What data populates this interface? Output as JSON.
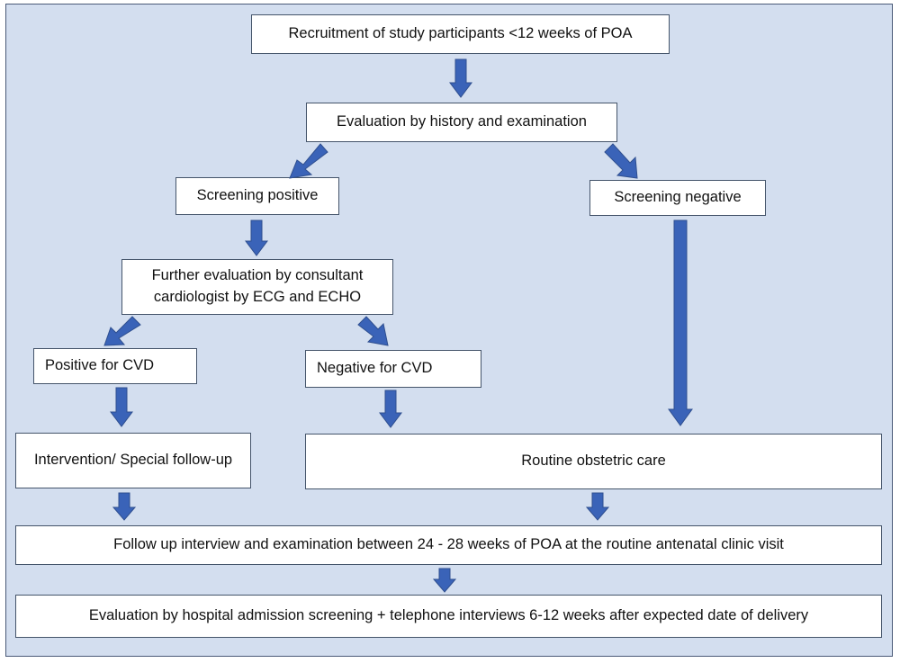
{
  "diagram": {
    "nodes": {
      "recruitment": "Recruitment of study participants <12 weeks of POA",
      "evaluation": "Evaluation by history and examination",
      "screening_positive": "Screening positive",
      "screening_negative": "Screening negative",
      "further_evaluation": "Further evaluation by consultant cardiologist by ECG and ECHO",
      "positive_cvd": "Positive for CVD",
      "negative_cvd": "Negative for CVD",
      "intervention": "Intervention/ Special follow-up",
      "routine_care": "Routine obstetric care",
      "follow_up": "Follow up interview and examination between 24 - 28 weeks of POA at the routine antenatal clinic visit",
      "final_evaluation": "Evaluation by hospital admission screening + telephone interviews 6-12 weeks after expected date of delivery"
    },
    "edges": [
      {
        "from": "recruitment",
        "to": "evaluation"
      },
      {
        "from": "evaluation",
        "to": "screening_positive"
      },
      {
        "from": "evaluation",
        "to": "screening_negative"
      },
      {
        "from": "screening_positive",
        "to": "further_evaluation"
      },
      {
        "from": "further_evaluation",
        "to": "positive_cvd"
      },
      {
        "from": "further_evaluation",
        "to": "negative_cvd"
      },
      {
        "from": "screening_negative",
        "to": "routine_care"
      },
      {
        "from": "positive_cvd",
        "to": "intervention"
      },
      {
        "from": "negative_cvd",
        "to": "routine_care"
      },
      {
        "from": "intervention",
        "to": "follow_up"
      },
      {
        "from": "routine_care",
        "to": "follow_up"
      },
      {
        "from": "follow_up",
        "to": "final_evaluation"
      }
    ],
    "colors": {
      "background": "#d3deef",
      "box": "#ffffff",
      "arrow": "#3a63b8"
    }
  }
}
